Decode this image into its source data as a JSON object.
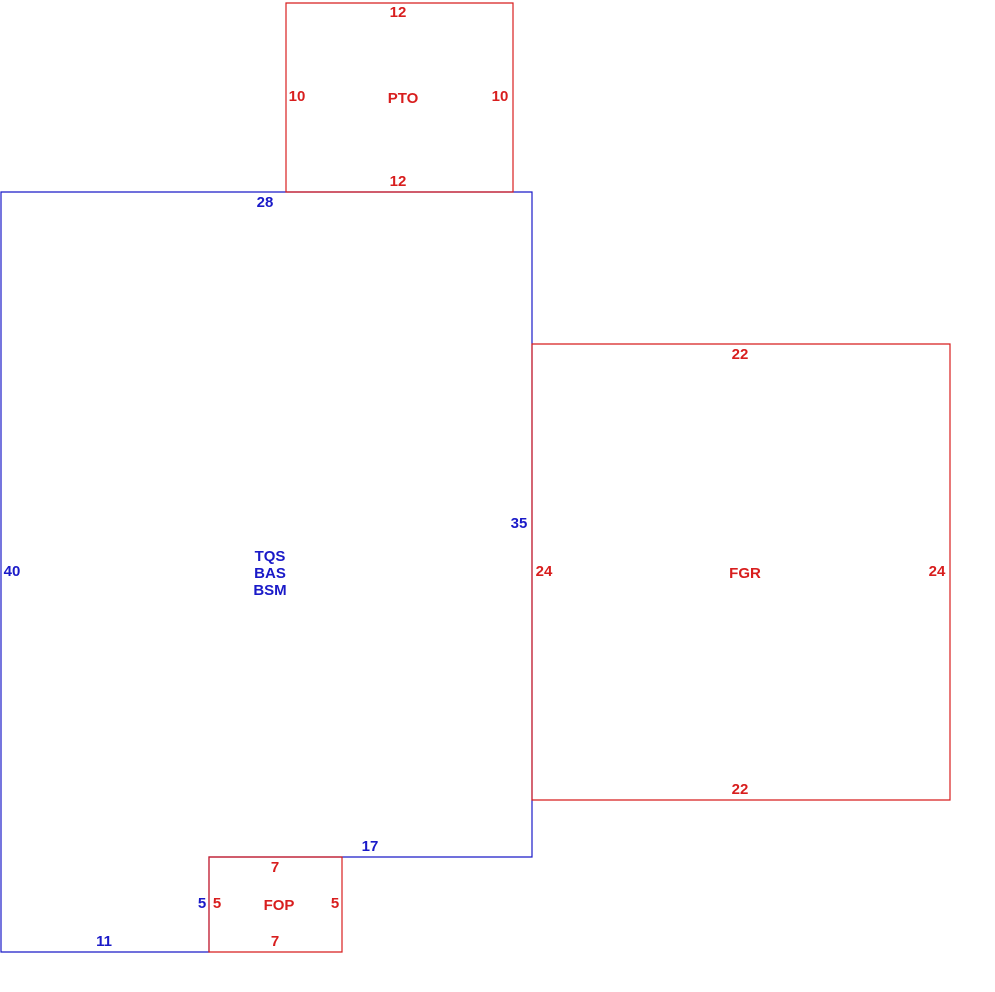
{
  "colors": {
    "main": "#1a1ac8",
    "addition": "#d81e1e",
    "background": "#ffffff"
  },
  "areas": {
    "main": {
      "codes": [
        "TQS",
        "BAS",
        "BSM"
      ],
      "dims": {
        "top": "28",
        "left": "40",
        "right": "35",
        "bottom_step": "17",
        "notch_side": "5",
        "bottom_left": "11"
      }
    },
    "pto": {
      "code": "PTO",
      "dims": {
        "top": "12",
        "bottom": "12",
        "left": "10",
        "right": "10"
      }
    },
    "fgr": {
      "code": "FGR",
      "dims": {
        "top": "22",
        "bottom": "22",
        "left": "24",
        "right": "24"
      }
    },
    "fop": {
      "code": "FOP",
      "dims": {
        "top": "7",
        "bottom": "7",
        "left": "5",
        "right": "5"
      }
    }
  }
}
